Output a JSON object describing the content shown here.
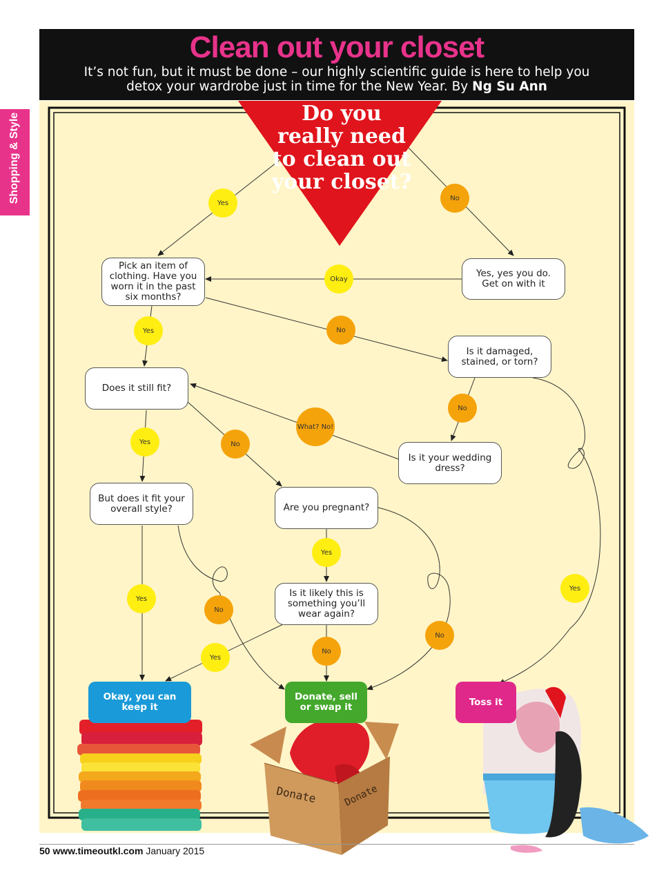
{
  "header": {
    "title": "Clean out your closet",
    "subtitle": "It’s not fun, but it must be done – our highly scientific guide is here to help you detox your wardrobe just in time for the New Year. By",
    "author": "Ng Su Ann"
  },
  "side_tab": "Shopping & Style",
  "question": "Do you really need to clean out your closet?",
  "nodes": {
    "pick": "Pick an item of clothing. Have you worn it in the past six months?",
    "yesdo": "Yes, yes you do. Get on with it",
    "damaged": "Is it damaged, stained, or torn?",
    "fit": "Does it still fit?",
    "wedding": "Is it your wedding dress?",
    "style": "But does it fit your overall style?",
    "pregnant": "Are you pregnant?",
    "likely": "Is it likely this is something you’ll wear again?"
  },
  "labels": {
    "yes": "Yes",
    "no": "No",
    "okay": "Okay",
    "whatno": "What? No!"
  },
  "results": {
    "keep": "Okay, you can keep it",
    "donate": "Donate, sell or swap it",
    "toss": "Toss it"
  },
  "box_label": "Donate",
  "footer": {
    "page": "50",
    "site": "www.timeoutkl.com",
    "date": "January 2015"
  },
  "colors": {
    "pink": "#e8338b",
    "yes": "#ffee11",
    "no": "#f5a30a",
    "red_triangle": "#e0141c",
    "board": "#fff5c8",
    "keep": "#1a9ad8",
    "donate": "#43a82c",
    "toss": "#e0288a"
  }
}
